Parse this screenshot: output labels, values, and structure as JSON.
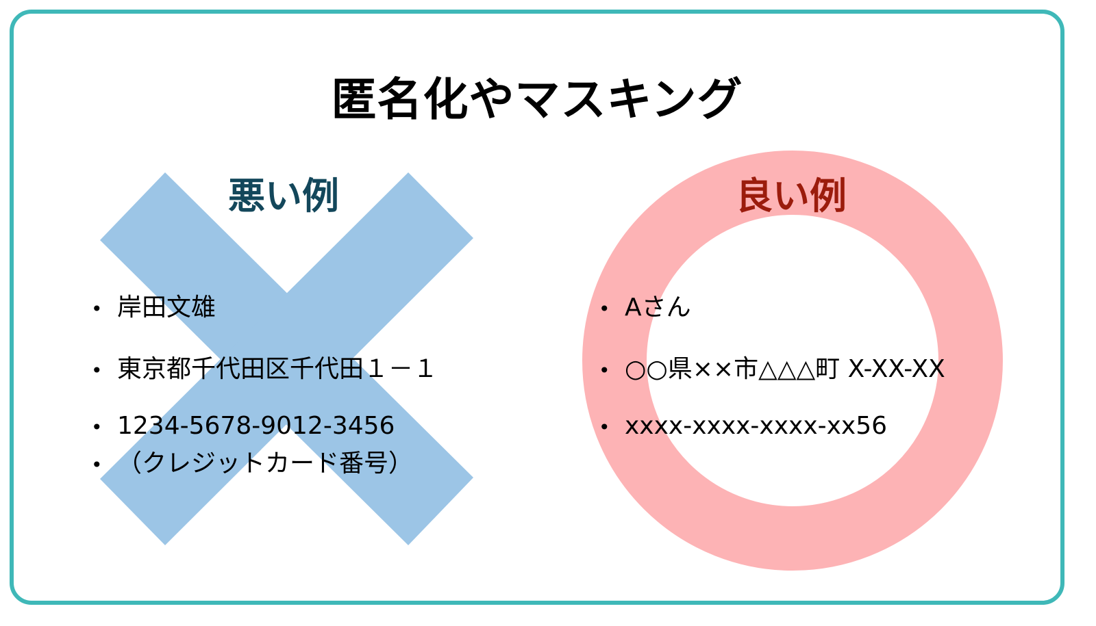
{
  "title": "匿名化やマスキング",
  "colors": {
    "frame": "#3fb8b8",
    "cross": "#9cc5e6",
    "ring": "#fdb3b5",
    "bad_heading": "#13475b",
    "good_heading": "#9b1c0c"
  },
  "bad": {
    "heading": "悪い例",
    "items": [
      "岸田文雄",
      "東京都千代田区千代田１－１",
      "1234-5678-9012-3456",
      "（クレジットカード番号）"
    ]
  },
  "good": {
    "heading": "良い例",
    "items": [
      "Aさん",
      "○○県××市△△△町 X-XX-XX",
      "xxxx-xxxx-xxxx-xx56"
    ]
  },
  "bullet": "•"
}
